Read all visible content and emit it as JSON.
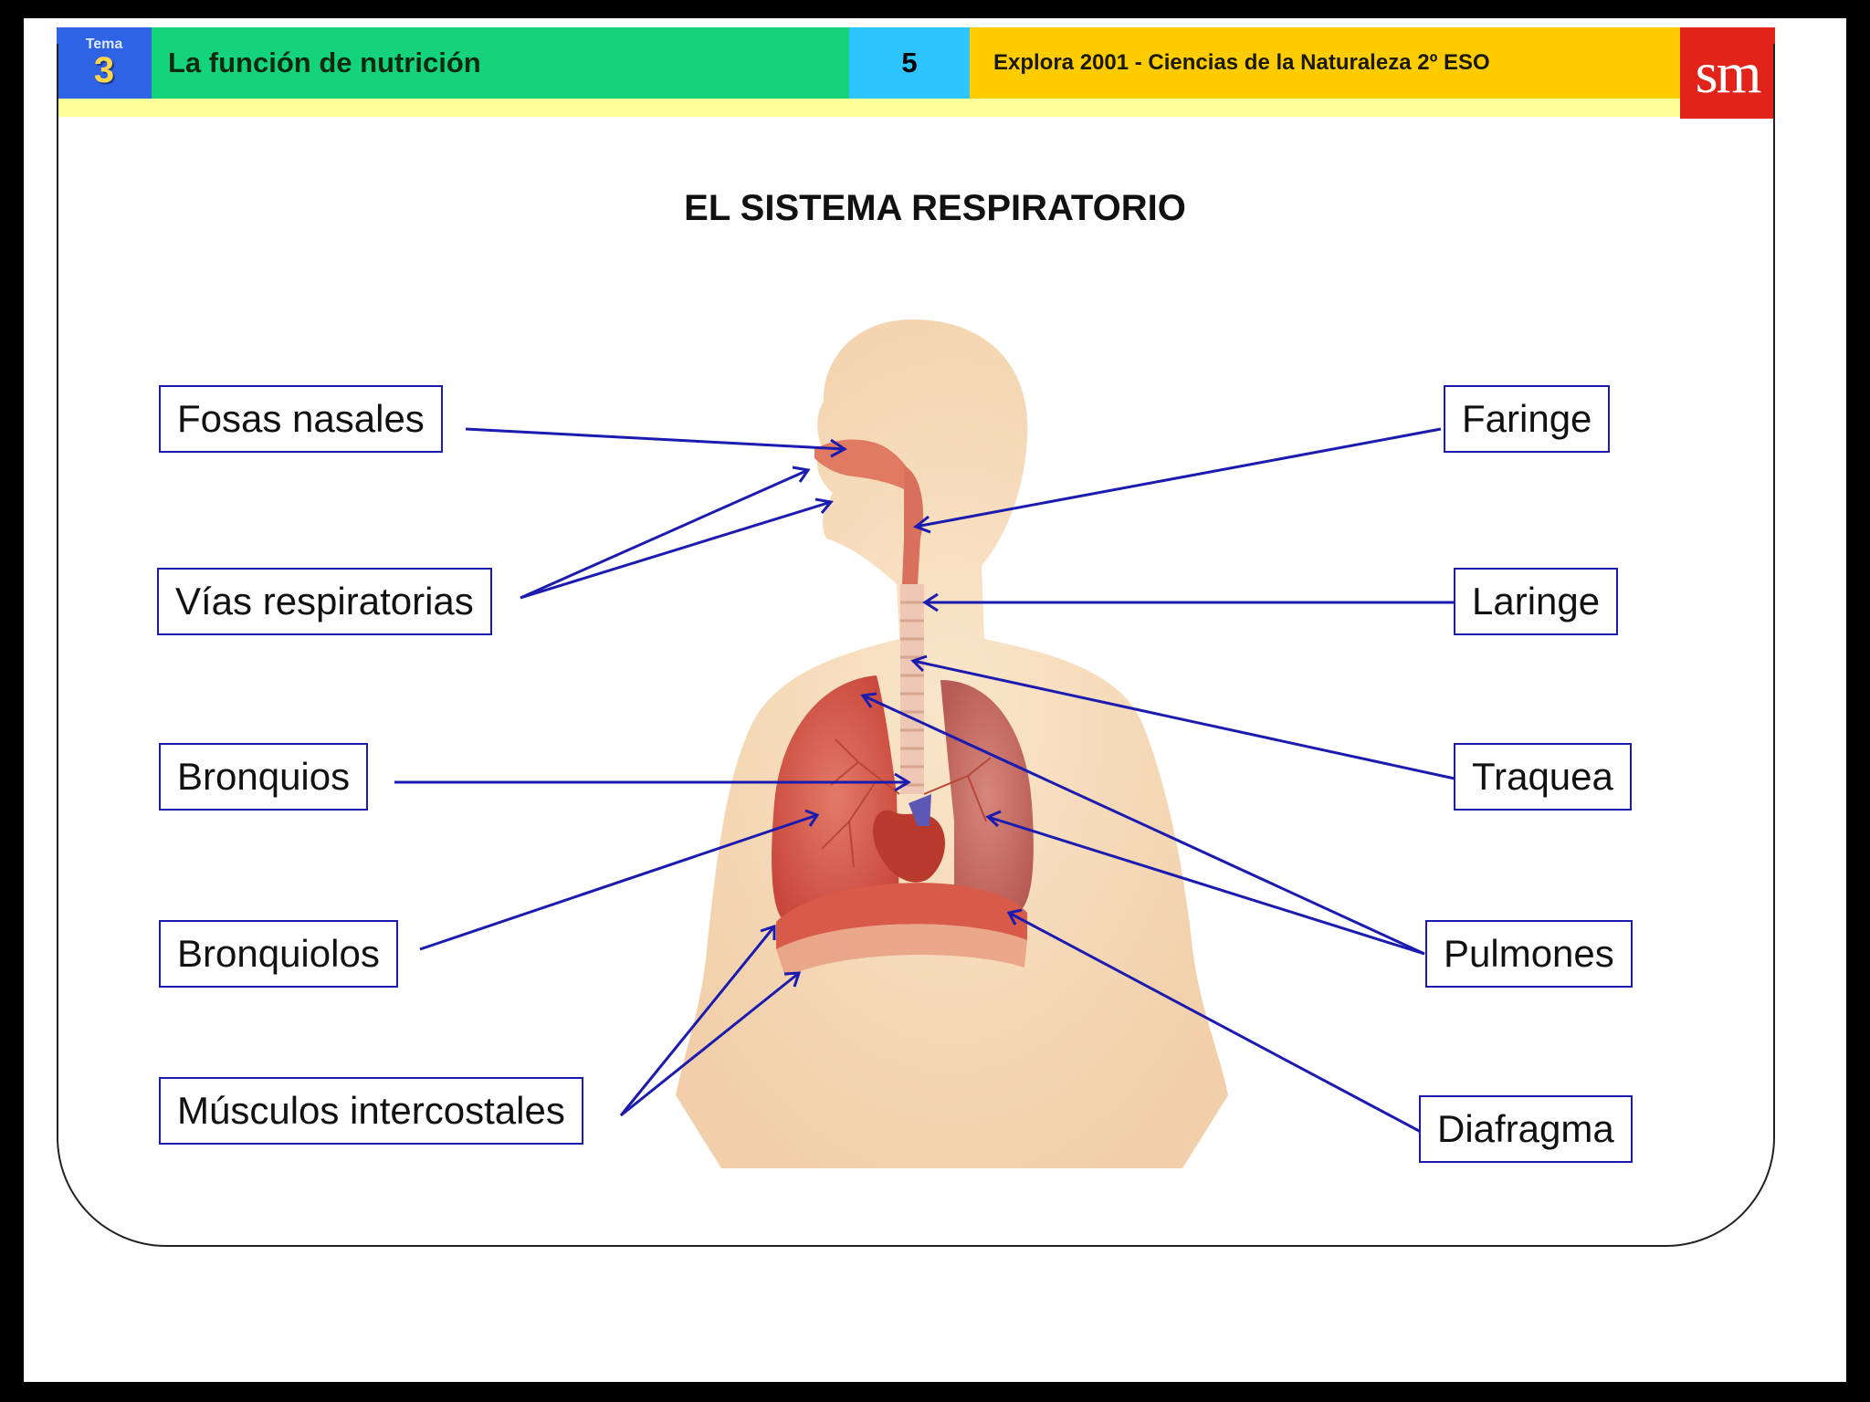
{
  "header": {
    "tema_word": "Tema",
    "tema_number": "3",
    "unit_title": "La función de nutrición",
    "page_number": "5",
    "book_title": "Explora 2001 - Ciencias de la Naturaleza 2º ESO",
    "logo_text": "sm"
  },
  "diagram": {
    "title": "EL SISTEMA RESPIRATORIO",
    "labels": {
      "fosas_nasales": "Fosas nasales",
      "vias_respiratorias": "Vías respiratorias",
      "bronquios": "Bronquios",
      "bronquiolos": "Bronquiolos",
      "musculos_intercostales": "Músculos intercostales",
      "faringe": "Faringe",
      "laringe": "Laringe",
      "traquea": "Traquea",
      "pulmones": "Pulmones",
      "diafragma": "Diafragma"
    }
  },
  "colors": {
    "tema_blue": "#2f63e6",
    "title_green": "#14d37b",
    "page_cyan": "#2ec5ff",
    "subtitle_yellow": "#ffcc00",
    "logo_red": "#e2231a",
    "arrow_blue": "#1b1bb0",
    "skin": "#f6d9b4",
    "lung": "#d9574a"
  }
}
